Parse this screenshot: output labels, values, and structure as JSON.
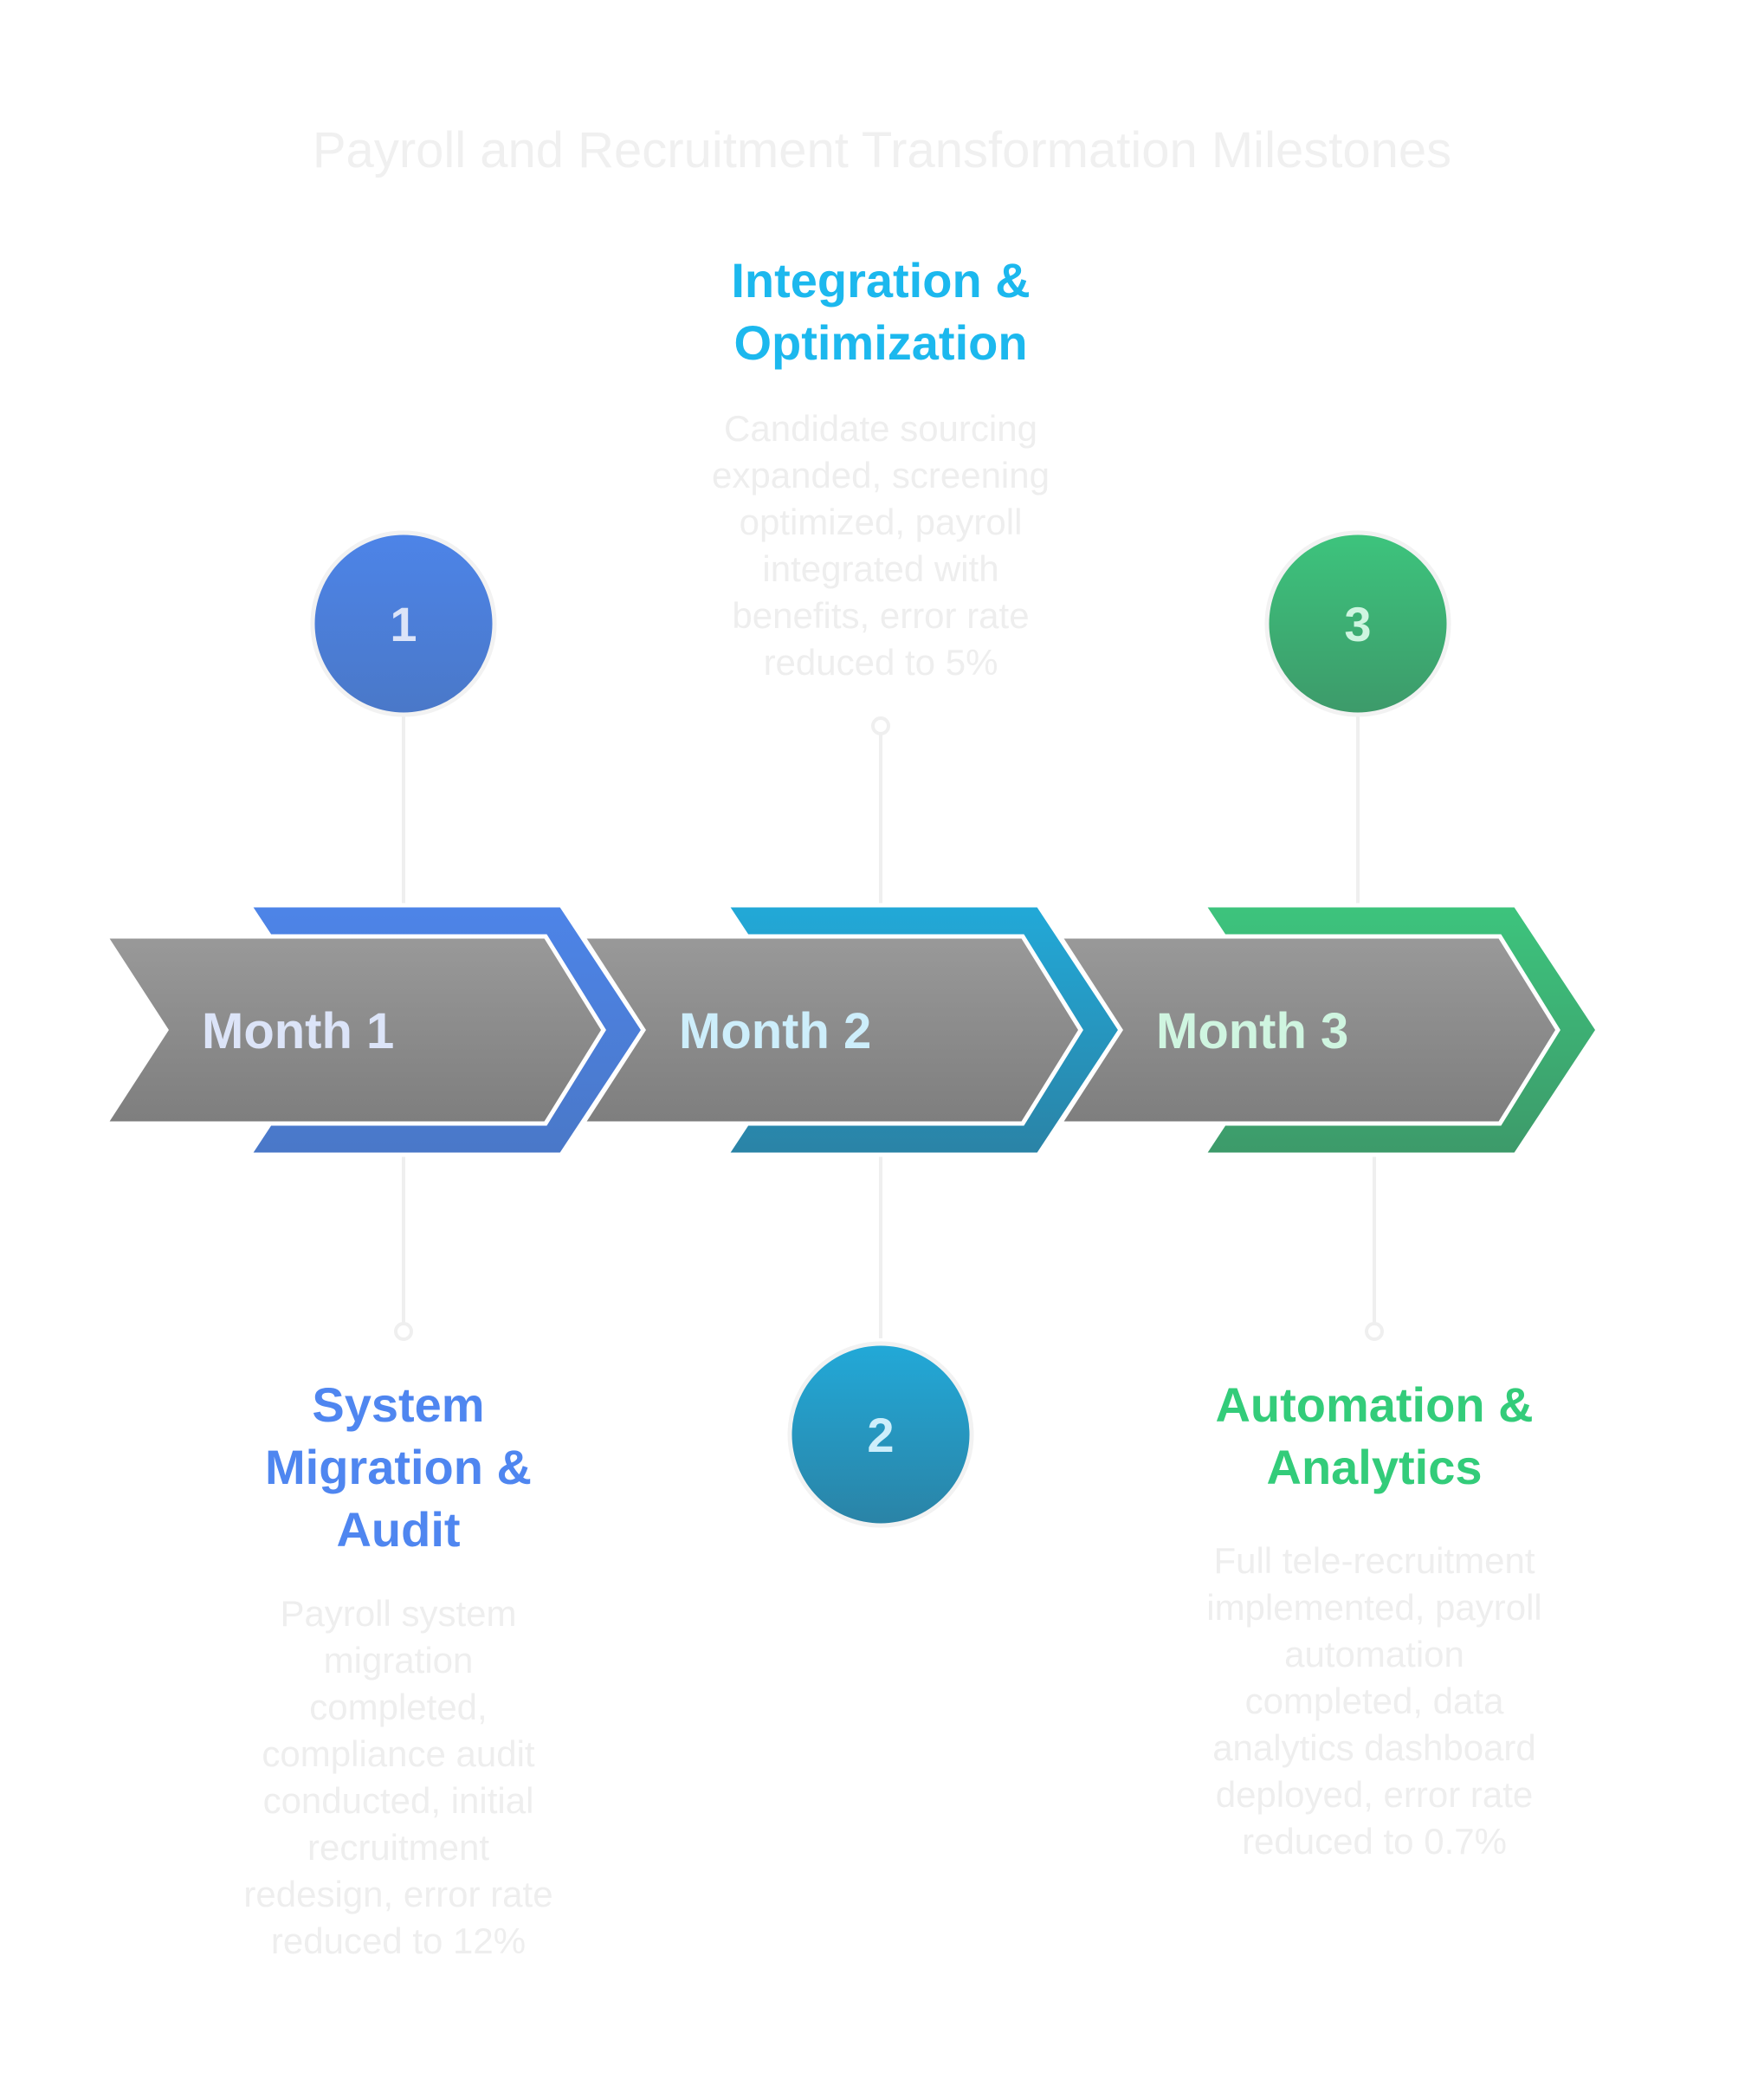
{
  "title": "Payroll and Recruitment Transformation Milestones",
  "colors": {
    "blue": "#4a7fe0",
    "teal": "#1f9fcc",
    "green": "#3cb371",
    "arrow_gray": "#8c8c8c",
    "heading_blue": "#4f86f0",
    "heading_teal": "#1cb8ee",
    "heading_green": "#33cc7a",
    "muted_text": "#eeeeee"
  },
  "milestones": [
    {
      "number": "1",
      "month": "Month 1",
      "heading": "System\nMigration &\nAudit",
      "description": "Payroll system\nmigration\ncompleted,\ncompliance audit\nconducted, initial\nrecruitment\nredesign, error rate\nreduced to 12%"
    },
    {
      "number": "2",
      "month": "Month 2",
      "heading": "Integration &\nOptimization",
      "description": "Candidate sourcing\nexpanded, screening\noptimized, payroll\nintegrated with\nbenefits, error rate\nreduced to 5%"
    },
    {
      "number": "3",
      "month": "Month 3",
      "heading": "Automation &\nAnalytics",
      "description": "Full tele-recruitment\nimplemented, payroll\nautomation\ncompleted, data\nanalytics dashboard\ndeployed, error rate\nreduced to 0.7%"
    }
  ]
}
